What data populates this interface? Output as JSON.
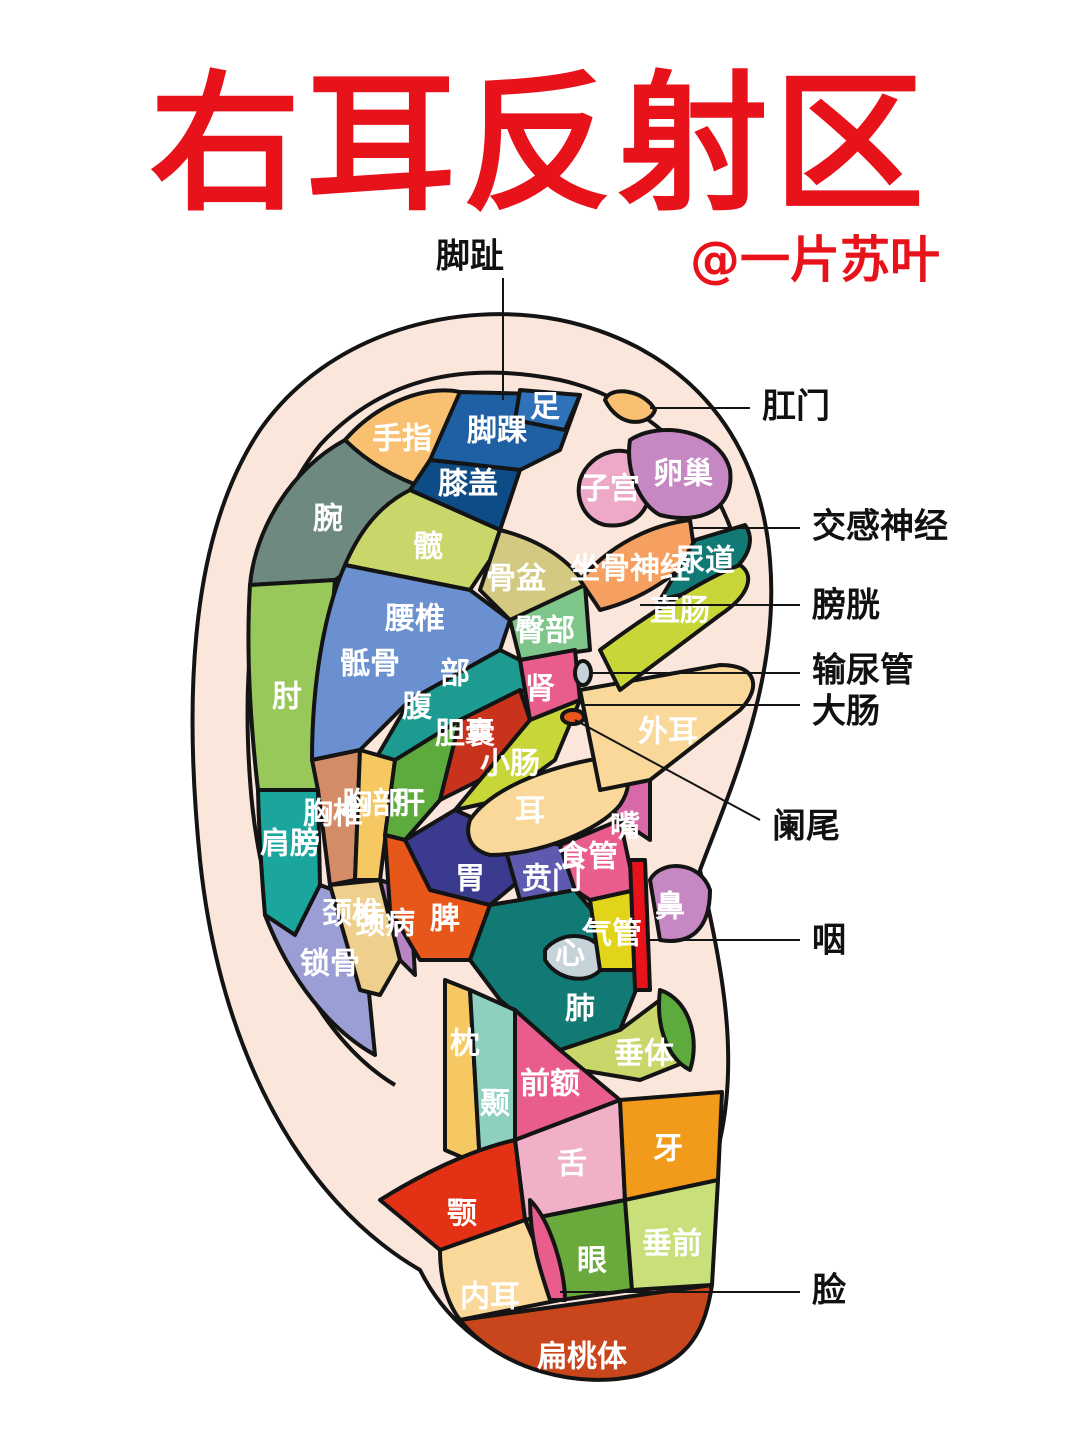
{
  "title": "右耳反射区",
  "author": "@一片苏叶",
  "zones": {
    "toes": "足",
    "fingers": "手指",
    "ankle": "脚踝",
    "knee": "膝盖",
    "wrist": "腕",
    "hip": "髋",
    "pelvis": "骨盆",
    "buttock": "臀部",
    "lumbar": "腰椎",
    "sacrum": "骶骨",
    "abdomen": "腹",
    "abdomen2": "部",
    "elbow": "肘",
    "shoulder": "肩膀",
    "thoracic": "胸椎",
    "chest": "胸部",
    "liver": "肝",
    "gallbladder": "胆囊",
    "kidney": "肾",
    "small_intestine": "小肠",
    "cervical": "颈椎",
    "neck": "颈病",
    "clavicle": "锁骨",
    "stomach": "胃",
    "cardia": "贲门",
    "esophagus": "食管",
    "mouth": "嘴",
    "ear_center": "耳",
    "spleen": "脾",
    "heart": "心",
    "trachea": "气管",
    "lung": "肺",
    "nose": "鼻",
    "tragus": "垂体",
    "uterus": "子宫",
    "ovary": "卵巢",
    "sciatic": "坐骨神经",
    "urethra": "尿道",
    "rectum": "直肠",
    "outer_ear": "外耳",
    "occiput": "枕",
    "temple": "颞",
    "forehead": "前额",
    "jaw": "颚",
    "tongue": "舌",
    "teeth": "牙",
    "eye": "眼",
    "anterior_lobe": "垂前",
    "inner_ear": "内耳",
    "tonsil": "扁桃体"
  },
  "callouts": {
    "toes_top": "脚趾",
    "anus": "肛门",
    "sympathetic": "交感神经",
    "bladder": "膀胱",
    "ureter": "输尿管",
    "large_intestine": "大肠",
    "appendix": "阑尾",
    "pharynx": "咽",
    "cheek": "脸"
  },
  "colors": {
    "title": "#e8121b",
    "skin": "#fbe6dc",
    "outline": "#141414",
    "dark_blue": "#1f5fa3",
    "navy": "#0d4c86",
    "orange": "#ec7e1e",
    "teal": "#117b78",
    "green": "#98c85a",
    "lime": "#c9d638"
  }
}
